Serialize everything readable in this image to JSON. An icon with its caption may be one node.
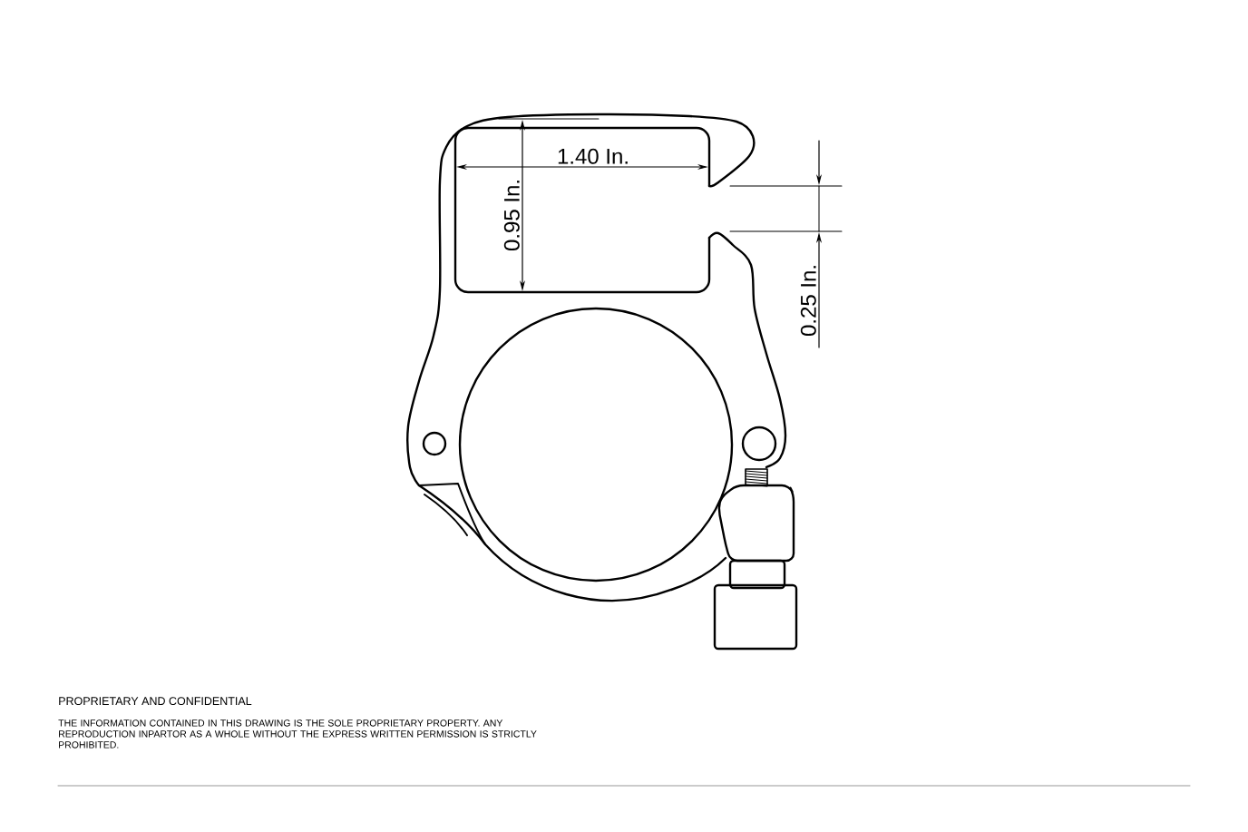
{
  "diagram": {
    "labels": [
      "1.40 In.",
      "0.95 In.",
      "0.25 In.",
      "PROPRIETARY AND CONFIDENTIAL",
      "THE INFORMATION CONTAINED IN THIS DRAWING IS THE SOLE PROPRIETARY PROPERTY. ANY REPRODUCTION INPARTOR AS A WHOLE WITHOUT THE EXPRESS WRITTEN PERMISSION IS STRICTLY PROHIBITED."
    ]
  }
}
